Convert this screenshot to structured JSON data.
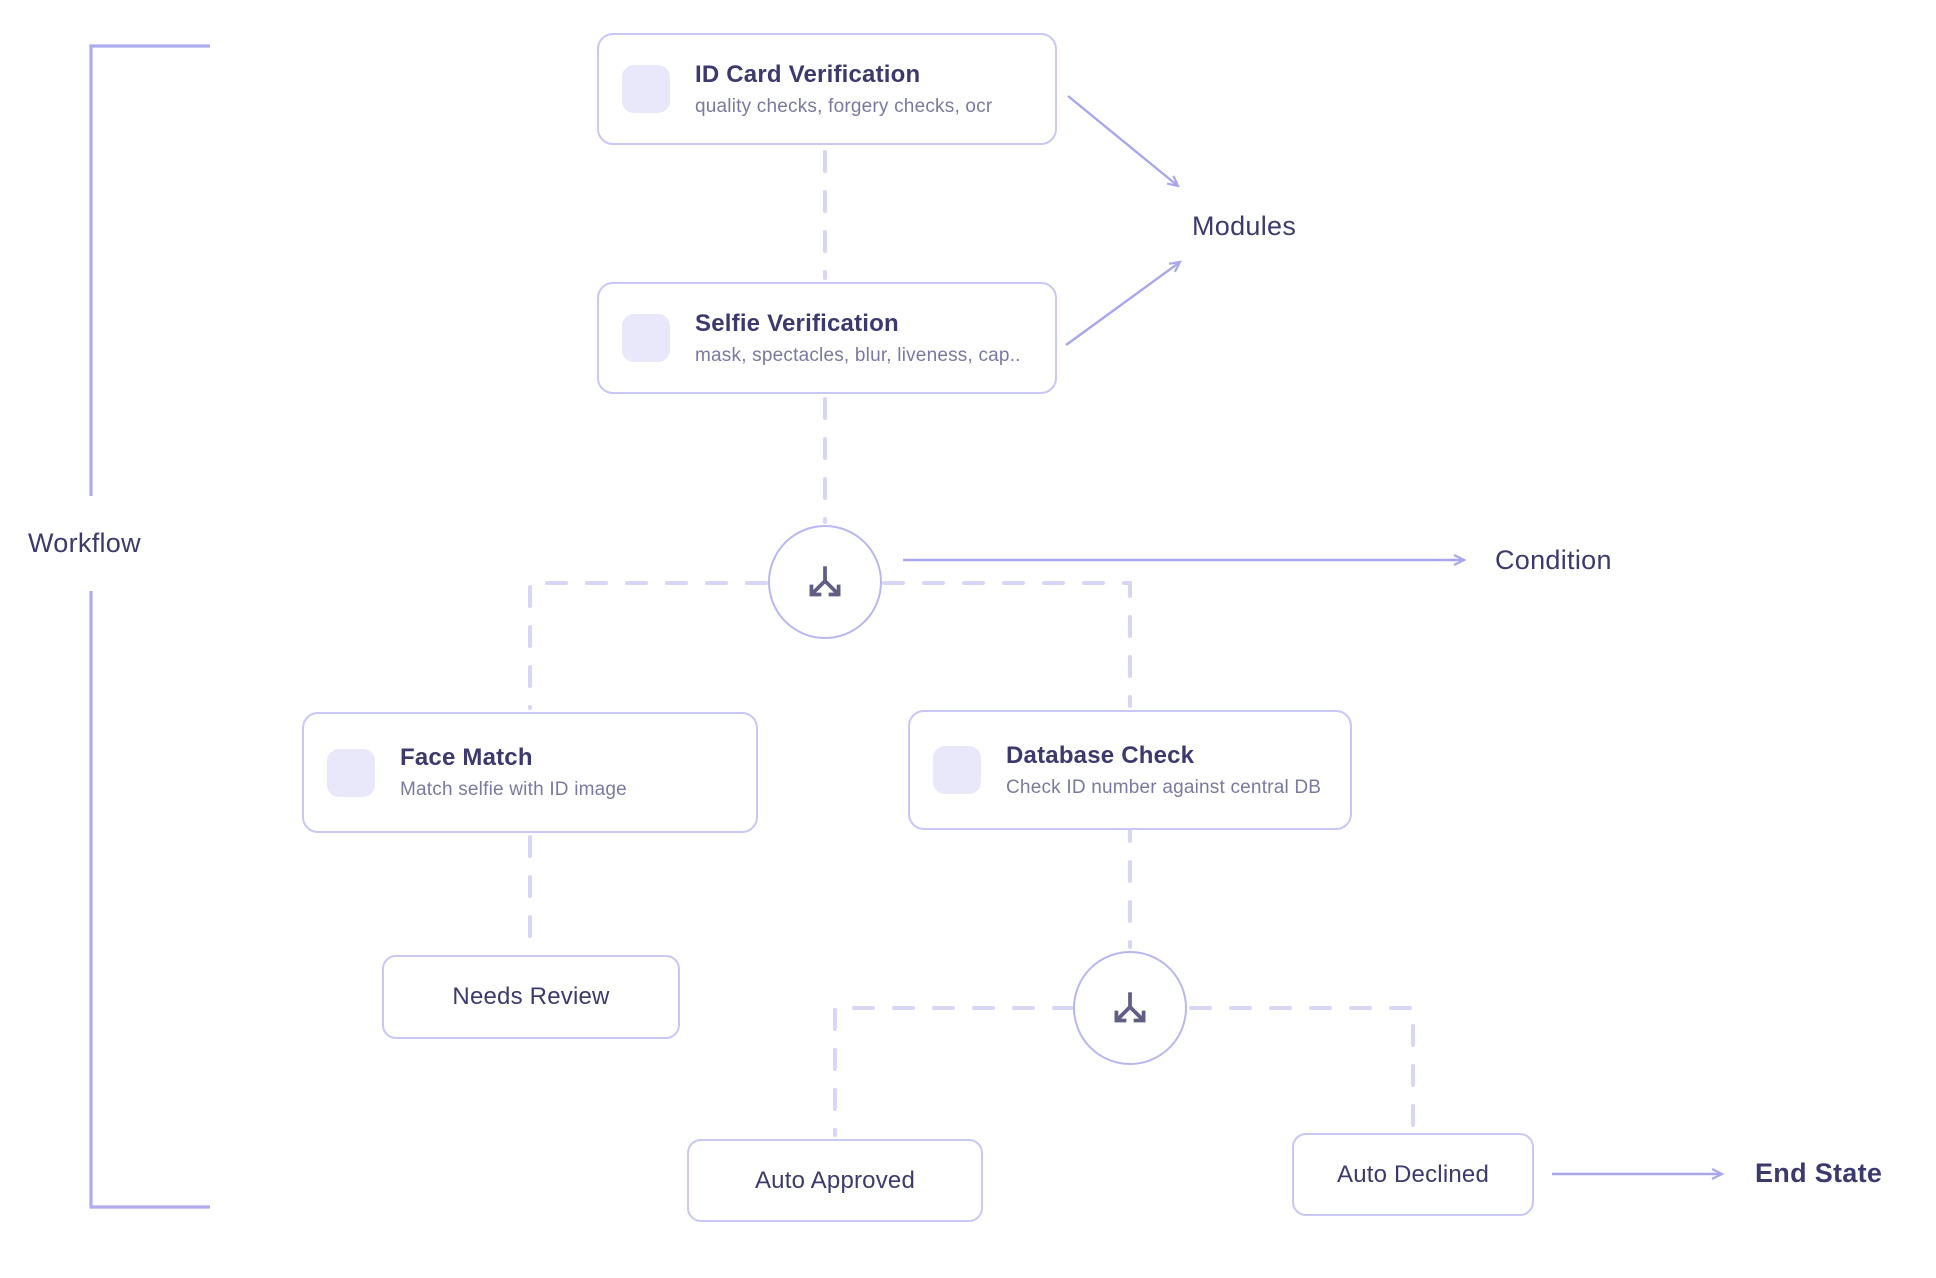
{
  "diagram": {
    "labels": {
      "workflow": "Workflow",
      "modules": "Modules",
      "condition": "Condition",
      "end_state": "End State"
    },
    "modules": [
      {
        "title": "ID Card Verification",
        "subtitle": "quality checks, forgery checks, ocr"
      },
      {
        "title": "Selfie Verification",
        "subtitle": "mask, spectacles, blur, liveness, cap.."
      },
      {
        "title": "Face Match",
        "subtitle": "Match selfie with ID image"
      },
      {
        "title": "Database Check",
        "subtitle": "Check ID number against central DB"
      }
    ],
    "states": [
      {
        "label": "Needs Review"
      },
      {
        "label": "Auto Approved"
      },
      {
        "label": "Auto Declined"
      }
    ],
    "icons": {
      "module_icon": "module-placeholder-icon",
      "condition_icon": "branch-split-icon"
    },
    "colors": {
      "box_border": "#c9c7f3",
      "title": "#3c3a6d",
      "subtitle": "#7a79a0",
      "arrow": "#a9a7ec",
      "dashed": "#d7d6f4",
      "circle_border": "#b9b7f0",
      "icon_fill": "#e9e8fa",
      "branch_icon": "#605e83",
      "bracket": "#aeacee",
      "background": "#ffffff"
    }
  }
}
